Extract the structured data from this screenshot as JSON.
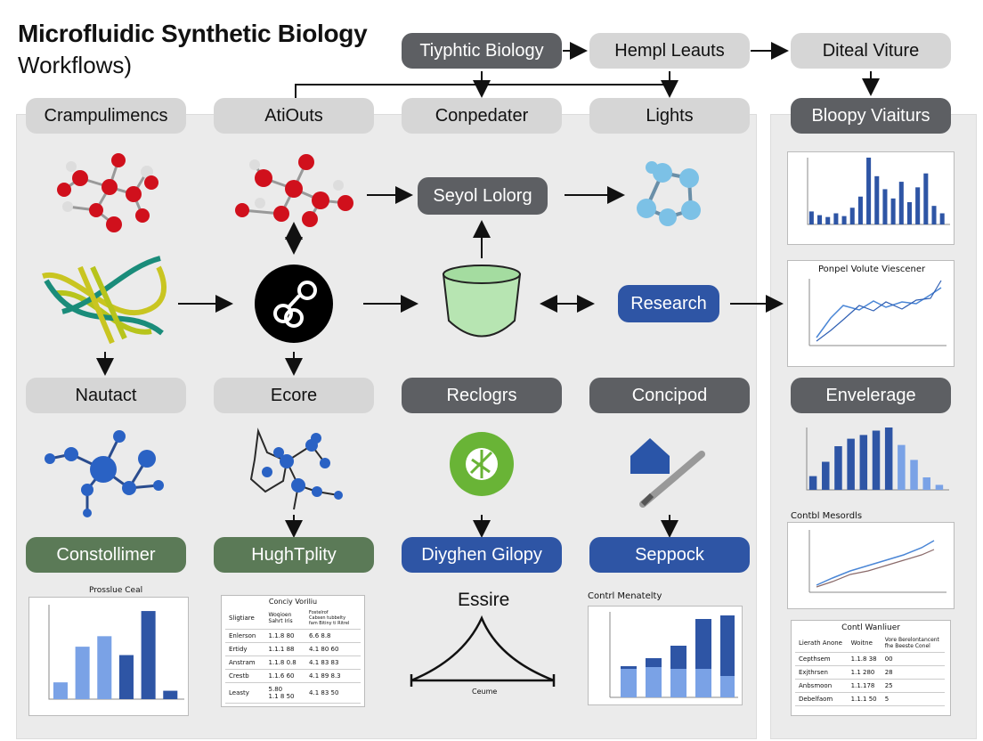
{
  "title": {
    "line1": "Microfluidic Synthetic Biology",
    "line2": "Workflows)"
  },
  "top_pills": [
    "Tiyphtic Biology",
    "Hempl Leauts",
    "Diteal Viture"
  ],
  "row1": [
    "Crampulimencs",
    "AtiOuts",
    "Conpedater",
    "Lights",
    "Bloopy Viaiturs"
  ],
  "middle_box": "Seyol Lolorg",
  "research": "Research",
  "row2": [
    "Nautact",
    "Ecore",
    "Reclogrs",
    "Concipod",
    "Envelerage"
  ],
  "row3": [
    "Constollimer",
    "HughTplity",
    "Diyghen Gilopy",
    "Seppock"
  ],
  "essire": {
    "title": "Essire",
    "label": "Ceume"
  },
  "chart_top_right": {
    "type": "bar",
    "values": [
      14,
      10,
      8,
      12,
      9,
      18,
      30,
      72,
      52,
      38,
      28,
      46,
      24,
      40,
      55,
      20,
      12
    ]
  },
  "chart_mid_right": {
    "title": "Ponpel Volute Viescener",
    "type": "line"
  },
  "chart_bar_right": {
    "type": "bar",
    "values": [
      22,
      45,
      70,
      82,
      88,
      95,
      100,
      72,
      48,
      20,
      8
    ]
  },
  "chart_line_right": {
    "title": "Contbl Mesordls",
    "type": "line"
  },
  "chart_bottom_left": {
    "title": "Prosslue Ceal",
    "type": "bar",
    "values": [
      8,
      25,
      30,
      21,
      42,
      4
    ],
    "ylim": [
      0,
      45
    ]
  },
  "table_bottom_left": {
    "title": "Conciy Voriliu",
    "headers": [
      "Sligtiare",
      "Woqioen\nSahrt Iris",
      "Fostelrof\nCabsen tubbelty\nfam Bitiny ti Ritrel"
    ],
    "rows": [
      [
        "Enlerson",
        "1.1.8 80",
        "6.6 8.8"
      ],
      [
        "Ertidy",
        "1.1.1 88",
        "4.1 80 60"
      ],
      [
        "Anstram",
        "1.1.8 0.8",
        "4.1 83 83"
      ],
      [
        "Crestb",
        "1.1.6 60",
        "4.1 89 8.3"
      ],
      [
        "Leasty",
        "5.80\n1.1 8 50",
        "4.1 83 50"
      ]
    ]
  },
  "chart_bottom_mid": {
    "title": "Contrl Menatelty",
    "type": "stacked-bar"
  },
  "table_bottom_right": {
    "title": "Contl Wanliuer",
    "headers": [
      "Lierath Anone",
      "Woitne",
      "Vore Berelontancent\nfhe Beeste Conel"
    ],
    "rows": [
      [
        "Cepthsem",
        "1.1.8 38",
        "00"
      ],
      [
        "Exjthrsen",
        "1.1 280",
        "28"
      ],
      [
        "Anbsmoon",
        "1.1.178",
        "25"
      ],
      [
        "Debelfaom",
        "1.1.1 50",
        "5"
      ]
    ]
  },
  "colors": {
    "dark_pill": "#5d5f63",
    "green_pill": "#5b7a57",
    "blue_pill": "#2e55a5",
    "bar_dark": "#2e55a5",
    "bar_light": "#7aa2e6"
  }
}
